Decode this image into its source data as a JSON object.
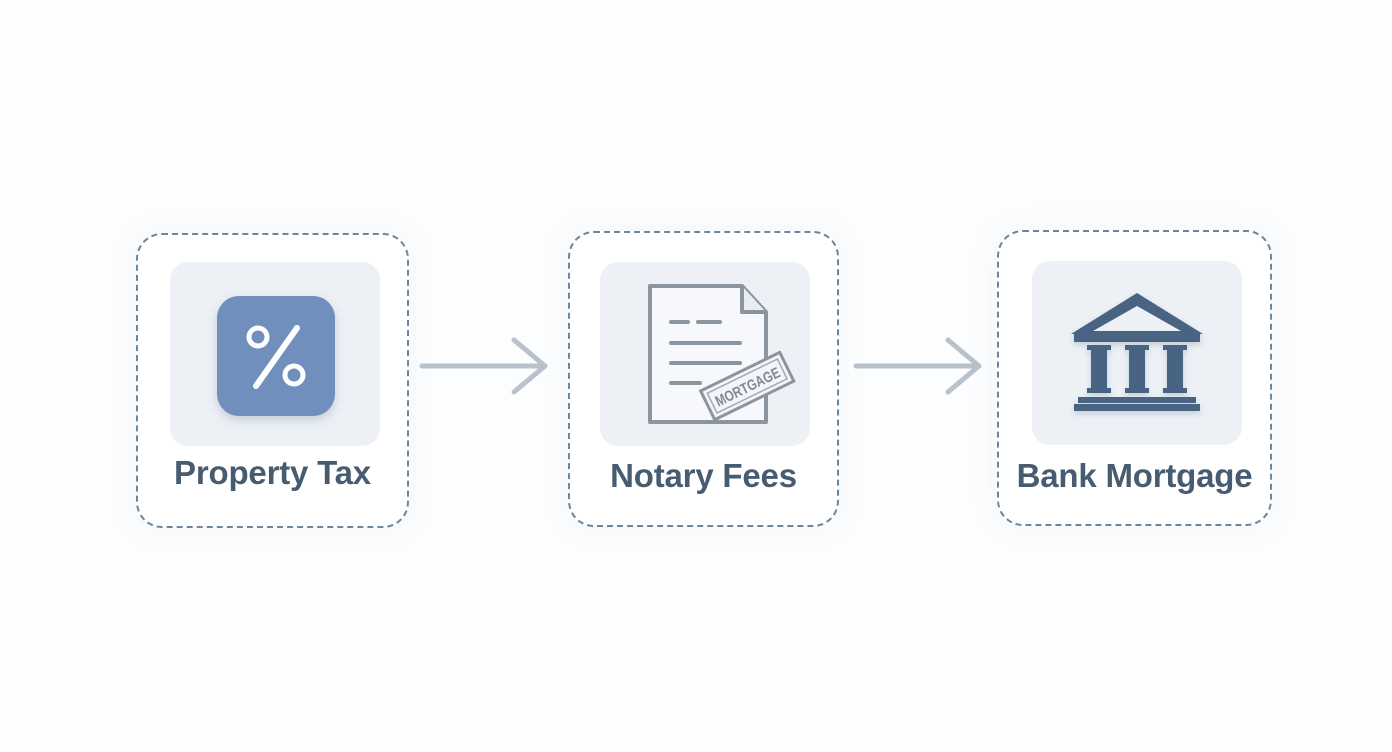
{
  "colors": {
    "background": "#fcfdfe",
    "card_border": "#6f8599",
    "tile_background": "#edf1f6",
    "label_text": "#475c70",
    "percent_badge": "#6f8fbd",
    "document_stroke": "#8a959f",
    "bank_icon": "#4a6482",
    "arrow": "#b8c2cc"
  },
  "steps": [
    {
      "label": "Property Tax",
      "icon": "percent-icon"
    },
    {
      "label": "Notary Fees",
      "icon": "document-stamp-icon",
      "stamp_text": "MORTGAGE"
    },
    {
      "label": "Bank Mortgage",
      "icon": "bank-icon"
    }
  ],
  "connectors": [
    {
      "from": "Property Tax",
      "to": "Notary Fees"
    },
    {
      "from": "Notary Fees",
      "to": "Bank Mortgage"
    }
  ]
}
